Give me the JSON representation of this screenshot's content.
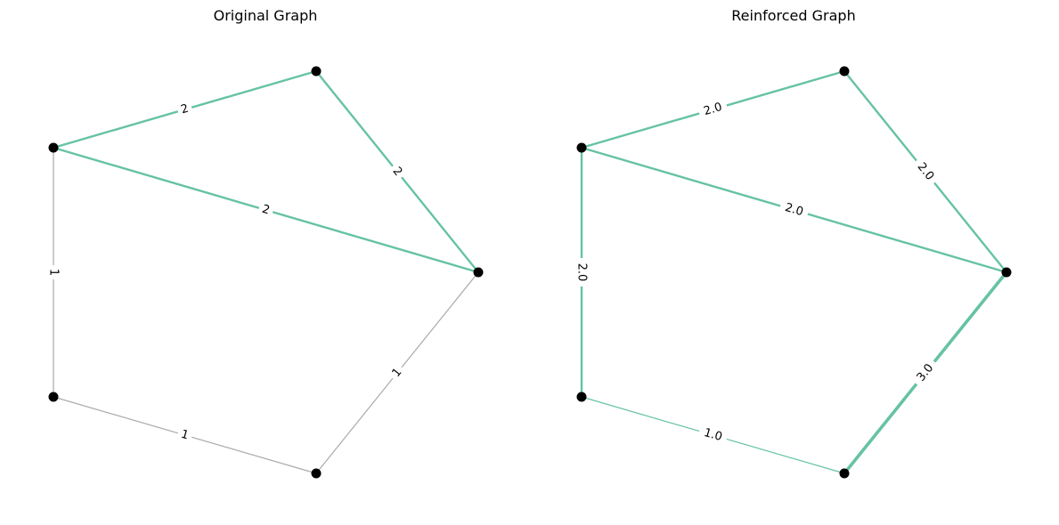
{
  "panels": [
    {
      "title": "Original Graph",
      "edges": [
        {
          "from": "A",
          "to": "B",
          "weight": 2,
          "label": "2",
          "color": "#66c2a5"
        },
        {
          "from": "A",
          "to": "C",
          "weight": 2,
          "label": "2",
          "color": "#66c2a5"
        },
        {
          "from": "B",
          "to": "C",
          "weight": 2,
          "label": "2",
          "color": "#66c2a5"
        },
        {
          "from": "A",
          "to": "D",
          "weight": 1,
          "label": "1",
          "color": "#aaaaaa"
        },
        {
          "from": "D",
          "to": "E",
          "weight": 1,
          "label": "1",
          "color": "#aaaaaa"
        },
        {
          "from": "E",
          "to": "C",
          "weight": 1,
          "label": "1",
          "color": "#aaaaaa"
        }
      ]
    },
    {
      "title": "Reinforced Graph",
      "edges": [
        {
          "from": "A",
          "to": "B",
          "weight": 2.0,
          "label": "2.0",
          "color": "#66c2a5"
        },
        {
          "from": "A",
          "to": "C",
          "weight": 2.0,
          "label": "2.0",
          "color": "#66c2a5"
        },
        {
          "from": "B",
          "to": "C",
          "weight": 2.0,
          "label": "2.0",
          "color": "#66c2a5"
        },
        {
          "from": "A",
          "to": "D",
          "weight": 2.0,
          "label": "2.0",
          "color": "#66c2a5"
        },
        {
          "from": "D",
          "to": "E",
          "weight": 1.0,
          "label": "1.0",
          "color": "#66c2a5"
        },
        {
          "from": "E",
          "to": "C",
          "weight": 3.0,
          "label": "3.0",
          "color": "#66c2a5"
        }
      ]
    }
  ],
  "node_color": "#000000"
}
